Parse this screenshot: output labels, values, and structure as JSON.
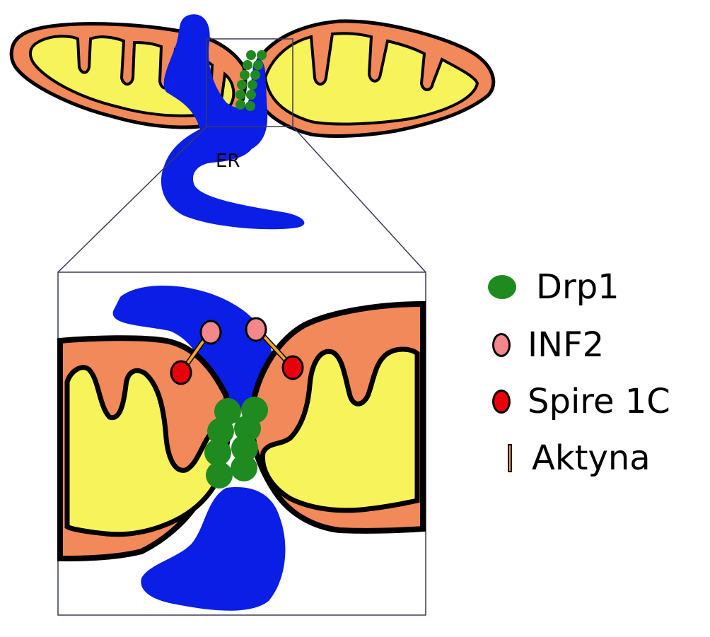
{
  "labels": {
    "er": "ER"
  },
  "legend": {
    "items": [
      {
        "symbol": "drp1",
        "label": "Drp1",
        "color": "#1f8a1f"
      },
      {
        "symbol": "inf2",
        "label": "INF2",
        "color": "#f2888b"
      },
      {
        "symbol": "spire",
        "label": "Spire 1C",
        "color": "#e8000b"
      },
      {
        "symbol": "aktyna",
        "label": "Aktyna",
        "color": "#f5a623"
      }
    ]
  },
  "colors": {
    "er": "#0a1ee6",
    "outer_membrane": "#f2895a",
    "matrix": "#f7f35a",
    "drp1": "#1f8a1f",
    "inf2": "#f2888b",
    "spire": "#e8000b",
    "actin": "#f5a623"
  }
}
